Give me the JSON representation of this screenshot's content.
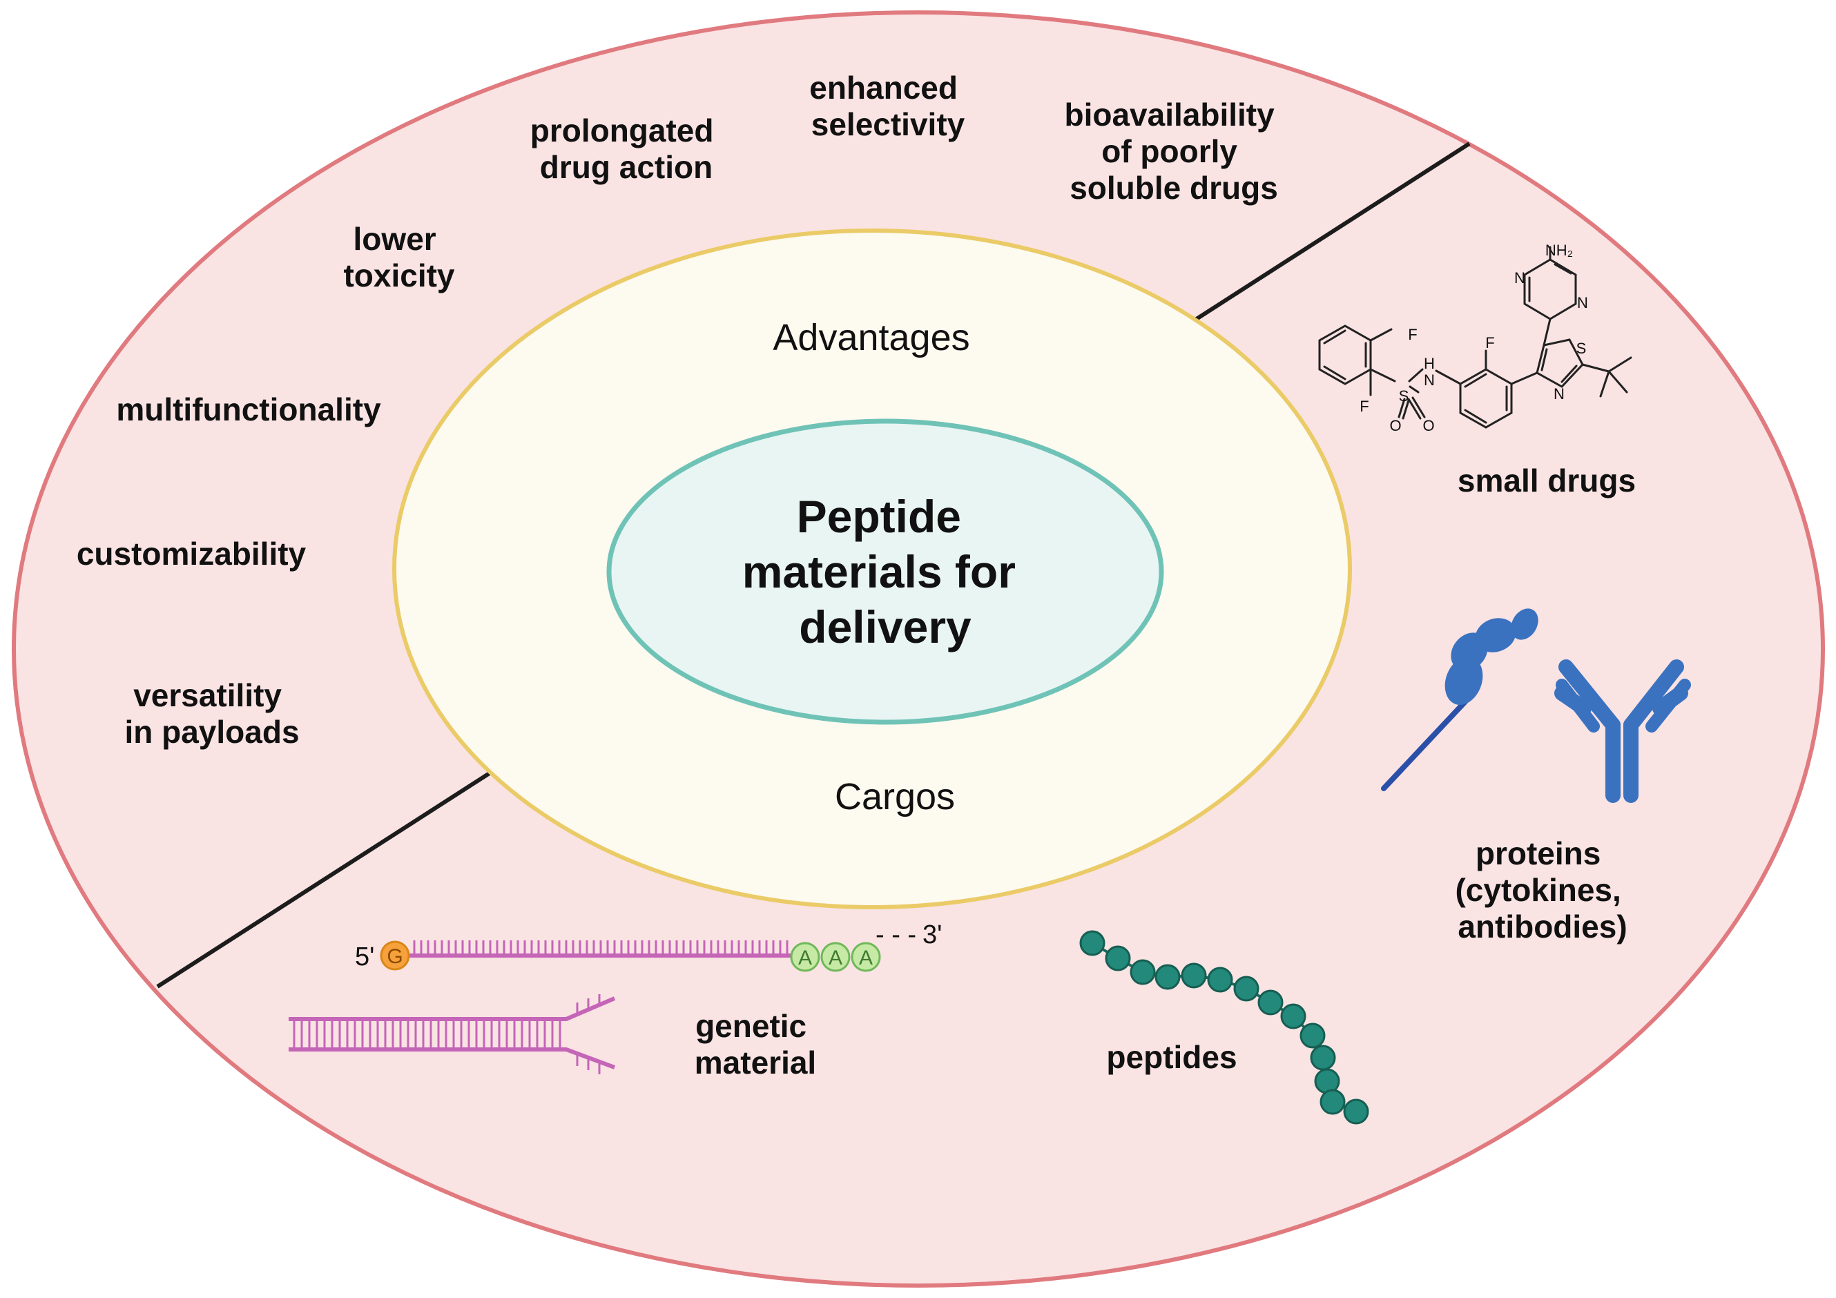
{
  "center": {
    "lines": [
      "Peptide",
      "materials for",
      "delivery"
    ]
  },
  "ring_labels": {
    "top": "Advantages",
    "bottom": "Cargos"
  },
  "advantages": [
    {
      "key": "prolongated",
      "lines": [
        "prolongated",
        "drug action"
      ]
    },
    {
      "key": "enhanced",
      "lines": [
        "enhanced",
        "selectivity"
      ]
    },
    {
      "key": "bioavailability",
      "lines": [
        "bioavailability",
        "of poorly",
        "soluble drugs"
      ]
    },
    {
      "key": "lower-toxicity",
      "lines": [
        "lower",
        "toxicity"
      ]
    },
    {
      "key": "multifunctionality",
      "lines": [
        "multifunctionality"
      ]
    },
    {
      "key": "customizability",
      "lines": [
        "customizability"
      ]
    },
    {
      "key": "versatility",
      "lines": [
        "versatility",
        "in payloads"
      ]
    }
  ],
  "cargos": [
    {
      "key": "small-drugs",
      "lines": [
        "small drugs"
      ]
    },
    {
      "key": "proteins",
      "lines": [
        "proteins",
        "(cytokines,",
        "antibodies)"
      ]
    },
    {
      "key": "genetic-material",
      "lines": [
        "genetic",
        "material"
      ]
    },
    {
      "key": "peptides",
      "lines": [
        "peptides"
      ]
    }
  ],
  "molecule": {
    "atoms": {
      "f_top": "F",
      "f_bottom": "F",
      "nh_n": "N",
      "nh_h": "H",
      "s_sulfonyl": "S",
      "o_left": "O",
      "o_right": "O",
      "f_mid": "F",
      "s_thiazole": "S",
      "n_thiazole": "N",
      "n_pyr1": "N",
      "n_pyr2": "N",
      "nh2": "NH₂"
    }
  },
  "mrna": {
    "five_prime": "5'",
    "cap": "G",
    "tail": [
      "A",
      "A",
      "A"
    ],
    "dashes": "- - -",
    "three_prime": "3'"
  },
  "colors": {
    "outer_fill": "#fae3e3",
    "outer_stroke": "#e07a7f",
    "middle_fill": "#fdfaf0",
    "middle_stroke": "#eacb67",
    "inner_fill": "#e9f5f3",
    "inner_stroke": "#6fc3b6",
    "protein": "#3a72c0",
    "protein_stem": "#2a4fa8",
    "nucleic": "#c465b8",
    "cap": "#f6a13b",
    "polya": "#c6eaa5",
    "polya_stroke": "#6fb85a",
    "bead": "#23897a",
    "divider": "#1c1c1c"
  }
}
